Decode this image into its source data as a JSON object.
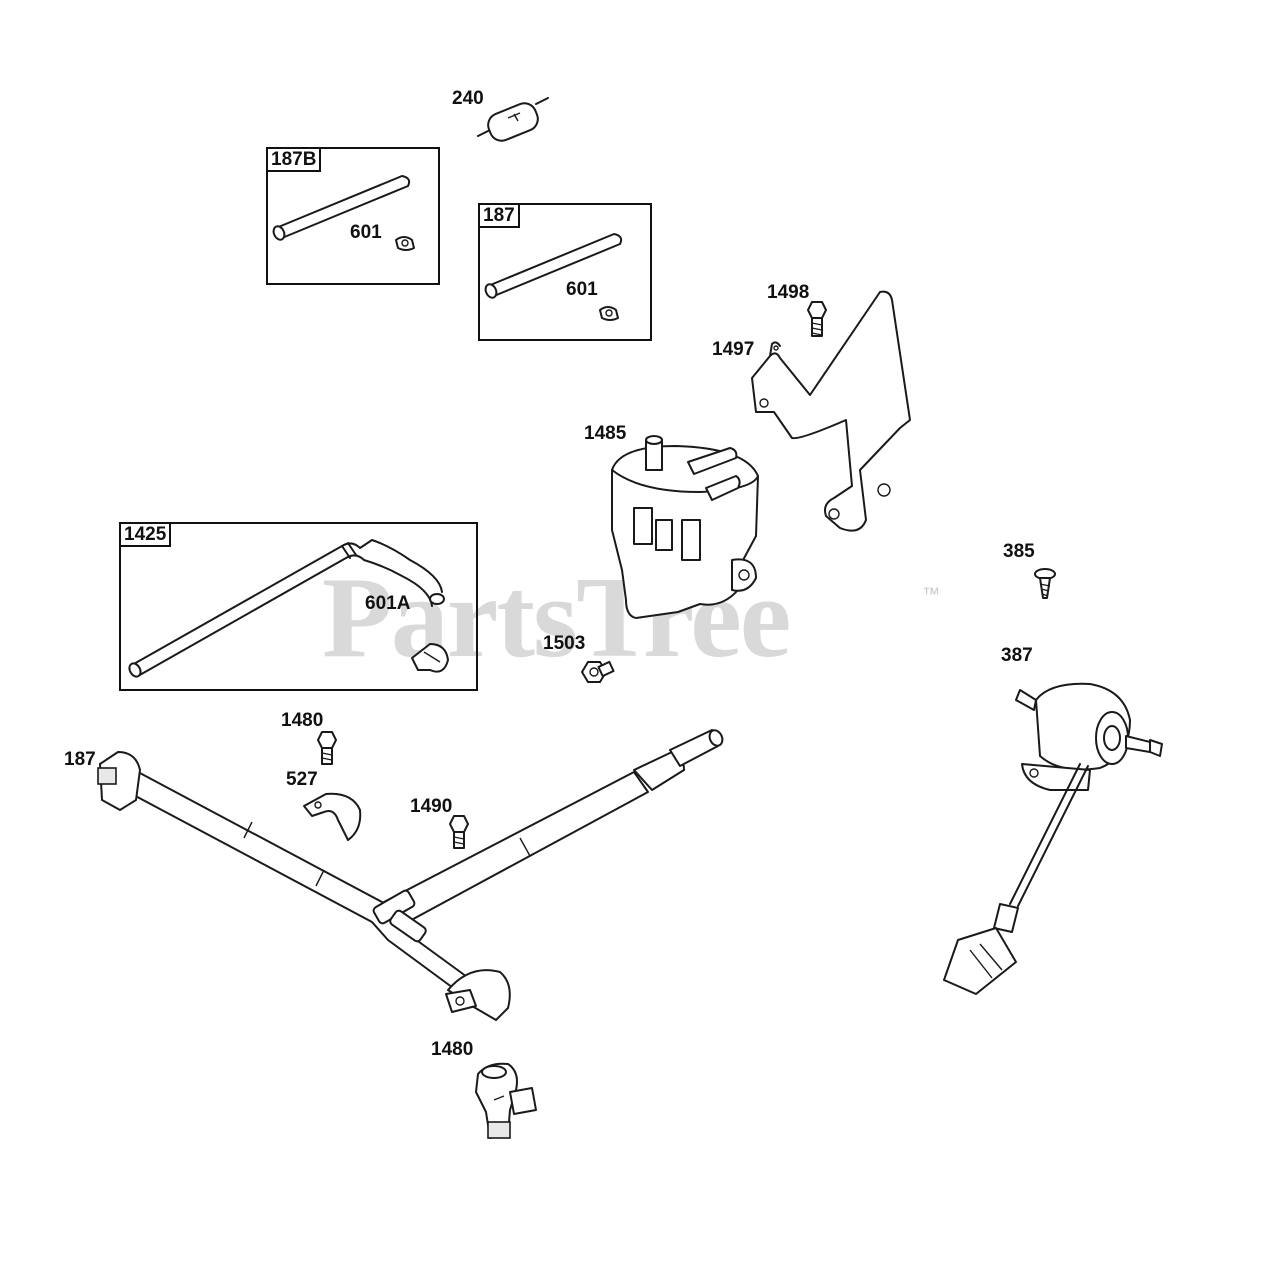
{
  "watermark": {
    "text": "PartsTree",
    "trademark": "™"
  },
  "group_boxes": [
    {
      "id": "box-187b",
      "label": "187B"
    },
    {
      "id": "box-187",
      "label": "187"
    },
    {
      "id": "box-1425",
      "label": "1425"
    }
  ],
  "callouts": {
    "c240": "240",
    "c601_a": "601",
    "c601_b": "601",
    "c1498": "1498",
    "c1497": "1497",
    "c1485": "1485",
    "c601A": "601A",
    "c385": "385",
    "c387": "387",
    "c1503": "1503",
    "c1480_top": "1480",
    "c187_left": "187",
    "c527": "527",
    "c1490": "1490",
    "c1480_bottom": "1480"
  }
}
